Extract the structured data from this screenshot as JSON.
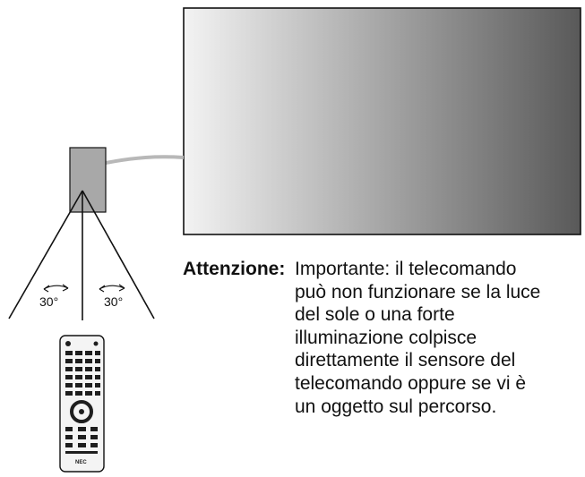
{
  "angles": {
    "left": "30°",
    "right": "30°"
  },
  "note": {
    "label": "Attenzione:",
    "lines": [
      "Importante: il telecomando",
      "può non funzionare se la luce",
      "del sole o una forte",
      "illuminazione colpisce",
      "direttamente il sensore del",
      "telecomando oppure se vi è",
      "un oggetto sul percorso."
    ]
  },
  "remote": {
    "brand": "NEC"
  },
  "colors": {
    "display_gradient_light": "#f3f3f3",
    "display_gradient_dark": "#595959",
    "sensor_box": "#a8a8a8",
    "cable": "#b8b8b8",
    "remote_body": "#f4f4f4",
    "remote_keys": "#1e1e1e"
  }
}
